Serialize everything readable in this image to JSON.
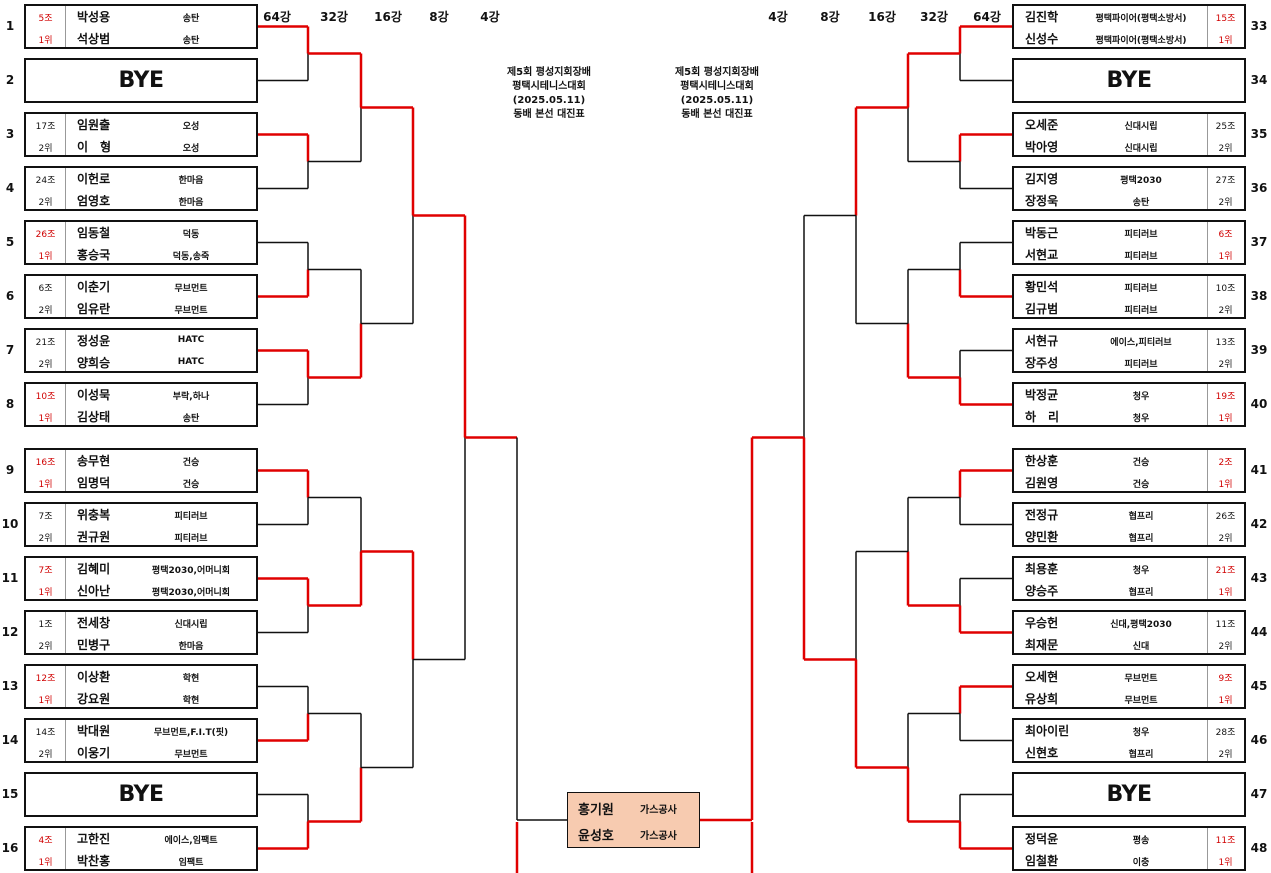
{
  "round_headers": {
    "left": [
      "64강",
      "32강",
      "16강",
      "8강",
      "4강"
    ],
    "right": [
      "4강",
      "8강",
      "16강",
      "32강",
      "64강"
    ]
  },
  "title_lines": [
    "제5회 평성지회장배",
    "평택시테니스대회",
    "(2025.05.11)",
    "동배 본선 대진표"
  ],
  "bye_label": "BYE",
  "left_slots": [
    {
      "num": "1",
      "bye": false,
      "red": true,
      "group": "5조",
      "rank": "1위",
      "players": [
        {
          "name": "박성용",
          "club": "송탄"
        },
        {
          "name": "석상범",
          "club": "송탄"
        }
      ]
    },
    {
      "num": "2",
      "bye": true
    },
    {
      "num": "3",
      "bye": false,
      "red": false,
      "group": "17조",
      "rank": "2위",
      "players": [
        {
          "name": "임원출",
          "club": "오성"
        },
        {
          "name": "이　형",
          "club": "오성"
        }
      ]
    },
    {
      "num": "4",
      "bye": false,
      "red": false,
      "group": "24조",
      "rank": "2위",
      "players": [
        {
          "name": "이헌로",
          "club": "한마음"
        },
        {
          "name": "엄영호",
          "club": "한마음"
        }
      ]
    },
    {
      "num": "5",
      "bye": false,
      "red": true,
      "group": "26조",
      "rank": "1위",
      "players": [
        {
          "name": "임동철",
          "club": "덕동"
        },
        {
          "name": "홍승국",
          "club": "덕동,송죽"
        }
      ]
    },
    {
      "num": "6",
      "bye": false,
      "red": false,
      "group": "6조",
      "rank": "2위",
      "players": [
        {
          "name": "이춘기",
          "club": "무브먼트"
        },
        {
          "name": "임유란",
          "club": "무브먼트"
        }
      ]
    },
    {
      "num": "7",
      "bye": false,
      "red": false,
      "group": "21조",
      "rank": "2위",
      "players": [
        {
          "name": "정성윤",
          "club": "HATC"
        },
        {
          "name": "양희승",
          "club": "HATC"
        }
      ]
    },
    {
      "num": "8",
      "bye": false,
      "red": true,
      "group": "10조",
      "rank": "1위",
      "players": [
        {
          "name": "이성묵",
          "club": "부락,하나"
        },
        {
          "name": "김상태",
          "club": "송탄"
        }
      ]
    },
    {
      "num": "9",
      "bye": false,
      "red": true,
      "group": "16조",
      "rank": "1위",
      "players": [
        {
          "name": "송무현",
          "club": "건승"
        },
        {
          "name": "임명덕",
          "club": "건승"
        }
      ]
    },
    {
      "num": "10",
      "bye": false,
      "red": false,
      "group": "7조",
      "rank": "2위",
      "players": [
        {
          "name": "위충복",
          "club": "피티러브"
        },
        {
          "name": "권규원",
          "club": "피티러브"
        }
      ]
    },
    {
      "num": "11",
      "bye": false,
      "red": true,
      "group": "7조",
      "rank": "1위",
      "players": [
        {
          "name": "김혜미",
          "club": "평택2030,어머니회"
        },
        {
          "name": "신아난",
          "club": "평택2030,어머니회"
        }
      ]
    },
    {
      "num": "12",
      "bye": false,
      "red": false,
      "group": "1조",
      "rank": "2위",
      "players": [
        {
          "name": "전세창",
          "club": "신대시립"
        },
        {
          "name": "민병구",
          "club": "한마음"
        }
      ]
    },
    {
      "num": "13",
      "bye": false,
      "red": true,
      "group": "12조",
      "rank": "1위",
      "players": [
        {
          "name": "이상환",
          "club": "학현"
        },
        {
          "name": "강요원",
          "club": "학현"
        }
      ]
    },
    {
      "num": "14",
      "bye": false,
      "red": false,
      "group": "14조",
      "rank": "2위",
      "players": [
        {
          "name": "박대원",
          "club": "무브먼트,F.I.T(핏)"
        },
        {
          "name": "이웅기",
          "club": "무브먼트"
        }
      ]
    },
    {
      "num": "15",
      "bye": true
    },
    {
      "num": "16",
      "bye": false,
      "red": true,
      "group": "4조",
      "rank": "1위",
      "players": [
        {
          "name": "고한진",
          "club": "에이스,임팩트"
        },
        {
          "name": "박찬홍",
          "club": "임팩트"
        }
      ]
    }
  ],
  "right_slots": [
    {
      "num": "33",
      "bye": false,
      "red": true,
      "group": "15조",
      "rank": "1위",
      "players": [
        {
          "name": "김진학",
          "club": "평택파이어(평택소방서)"
        },
        {
          "name": "신성수",
          "club": "평택파이어(평택소방서)"
        }
      ]
    },
    {
      "num": "34",
      "bye": true
    },
    {
      "num": "35",
      "bye": false,
      "red": false,
      "group": "25조",
      "rank": "2위",
      "players": [
        {
          "name": "오세준",
          "club": "신대시립"
        },
        {
          "name": "박아영",
          "club": "신대시립"
        }
      ]
    },
    {
      "num": "36",
      "bye": false,
      "red": false,
      "group": "27조",
      "rank": "2위",
      "players": [
        {
          "name": "김지영",
          "club": "평택2030"
        },
        {
          "name": "장정욱",
          "club": "송탄"
        }
      ]
    },
    {
      "num": "37",
      "bye": false,
      "red": true,
      "group": "6조",
      "rank": "1위",
      "players": [
        {
          "name": "박동근",
          "club": "피티러브"
        },
        {
          "name": "서현교",
          "club": "피티러브"
        }
      ]
    },
    {
      "num": "38",
      "bye": false,
      "red": false,
      "group": "10조",
      "rank": "2위",
      "players": [
        {
          "name": "황민석",
          "club": "피티러브"
        },
        {
          "name": "김규범",
          "club": "피티러브"
        }
      ]
    },
    {
      "num": "39",
      "bye": false,
      "red": false,
      "group": "13조",
      "rank": "2위",
      "players": [
        {
          "name": "서현규",
          "club": "에이스,피티러브"
        },
        {
          "name": "장주성",
          "club": "피티러브"
        }
      ]
    },
    {
      "num": "40",
      "bye": false,
      "red": true,
      "group": "19조",
      "rank": "1위",
      "players": [
        {
          "name": "박정균",
          "club": "청우"
        },
        {
          "name": "하　리",
          "club": "청우"
        }
      ]
    },
    {
      "num": "41",
      "bye": false,
      "red": true,
      "group": "2조",
      "rank": "1위",
      "players": [
        {
          "name": "한상훈",
          "club": "건승"
        },
        {
          "name": "김원영",
          "club": "건승"
        }
      ]
    },
    {
      "num": "42",
      "bye": false,
      "red": false,
      "group": "26조",
      "rank": "2위",
      "players": [
        {
          "name": "전정규",
          "club": "협프리"
        },
        {
          "name": "양민환",
          "club": "협프리"
        }
      ]
    },
    {
      "num": "43",
      "bye": false,
      "red": true,
      "group": "21조",
      "rank": "1위",
      "players": [
        {
          "name": "최용훈",
          "club": "청우"
        },
        {
          "name": "양승주",
          "club": "협프리"
        }
      ]
    },
    {
      "num": "44",
      "bye": false,
      "red": false,
      "group": "11조",
      "rank": "2위",
      "players": [
        {
          "name": "우승헌",
          "club": "신대,평택2030"
        },
        {
          "name": "최재문",
          "club": "신대"
        }
      ]
    },
    {
      "num": "45",
      "bye": false,
      "red": true,
      "group": "9조",
      "rank": "1위",
      "players": [
        {
          "name": "오세현",
          "club": "무브먼트"
        },
        {
          "name": "유상희",
          "club": "무브먼트"
        }
      ]
    },
    {
      "num": "46",
      "bye": false,
      "red": false,
      "group": "28조",
      "rank": "2위",
      "players": [
        {
          "name": "최아이린",
          "club": "청우"
        },
        {
          "name": "신현호",
          "club": "협프리"
        }
      ]
    },
    {
      "num": "47",
      "bye": true
    },
    {
      "num": "48",
      "bye": false,
      "red": true,
      "group": "11조",
      "rank": "1위",
      "players": [
        {
          "name": "정덕윤",
          "club": "평송"
        },
        {
          "name": "임철환",
          "club": "이충"
        }
      ]
    }
  ],
  "finalist": {
    "players": [
      {
        "name": "홍기원",
        "club": "가스공사"
      },
      {
        "name": "윤성호",
        "club": "가스공사"
      }
    ]
  },
  "colors": {
    "advance_line": "#e00000",
    "normal_line": "#111111",
    "seed_text": "#d00000",
    "final_box": "#f7cbb0"
  }
}
